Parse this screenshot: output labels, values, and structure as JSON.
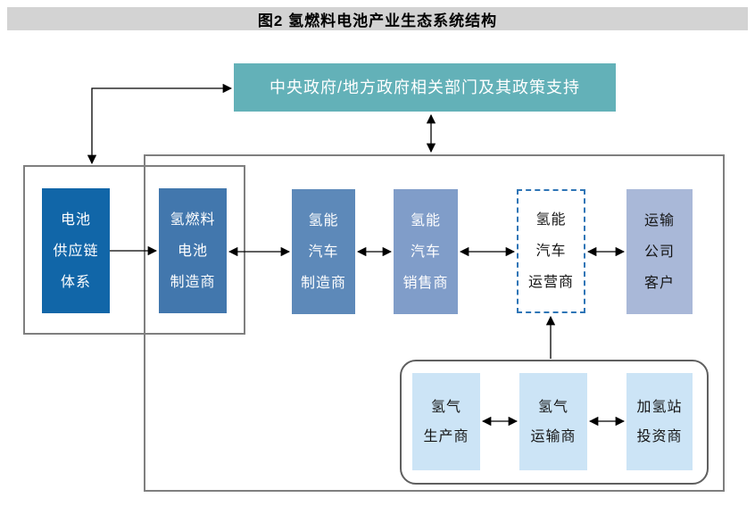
{
  "title": "图2 氢燃料电池产业生态系统结构",
  "government": {
    "label": "中央政府/地方政府相关部门及其政策支持"
  },
  "nodes": {
    "battery_supply_chain": {
      "lines": [
        "电池",
        "供应链",
        "体系"
      ]
    },
    "fuel_cell_manufacturer": {
      "lines": [
        "氢燃料",
        "电池",
        "制造商"
      ]
    },
    "hydrogen_vehicle_manufacturer": {
      "lines": [
        "氢能",
        "汽车",
        "制造商"
      ]
    },
    "hydrogen_vehicle_seller": {
      "lines": [
        "氢能",
        "汽车",
        "销售商"
      ]
    },
    "hydrogen_vehicle_operator": {
      "lines": [
        "氢能",
        "汽车",
        "运营商"
      ]
    },
    "transport_company_customer": {
      "lines": [
        "运输",
        "公司",
        "客户"
      ]
    },
    "hydrogen_producer": {
      "lines": [
        "氢气",
        "生产商"
      ]
    },
    "hydrogen_transporter": {
      "lines": [
        "氢气",
        "运输商"
      ]
    },
    "refueling_station_investor": {
      "lines": [
        "加氢站",
        "投资商"
      ]
    }
  },
  "colors": {
    "title_bar_bg": "#d3d3d3",
    "government_bg": "#63b1b8",
    "battery_supply_chain_bg": "#1166a8",
    "fuel_cell_manufacturer_bg": "#4277ad",
    "hydrogen_vehicle_manufacturer_bg": "#5d89b9",
    "hydrogen_vehicle_seller_bg": "#809dc9",
    "hydrogen_vehicle_operator_border": "#2e75b6",
    "transport_company_customer_bg": "#a9b8d8",
    "hydrogen_chain_bg": "#cce4f6",
    "boundary_border": "#7f7f7f",
    "group_border": "#5f5f5f",
    "arrow": "#000000"
  },
  "connections": [
    {
      "from": "government",
      "to": "supply_boundary",
      "type": "elbow",
      "heads": "both"
    },
    {
      "from": "government",
      "to": "industry_boundary",
      "type": "straight",
      "heads": "both"
    },
    {
      "from": "battery_supply_chain",
      "to": "fuel_cell_manufacturer",
      "type": "straight",
      "heads": "end"
    },
    {
      "from": "fuel_cell_manufacturer",
      "to": "hydrogen_vehicle_manufacturer",
      "type": "straight",
      "heads": "both"
    },
    {
      "from": "hydrogen_vehicle_manufacturer",
      "to": "hydrogen_vehicle_seller",
      "type": "straight",
      "heads": "both"
    },
    {
      "from": "hydrogen_vehicle_seller",
      "to": "hydrogen_vehicle_operator",
      "type": "straight",
      "heads": "both"
    },
    {
      "from": "hydrogen_vehicle_operator",
      "to": "transport_company_customer",
      "type": "straight",
      "heads": "both"
    },
    {
      "from": "hydrogen_infra_group",
      "to": "hydrogen_vehicle_operator",
      "type": "straight",
      "heads": "end"
    },
    {
      "from": "hydrogen_producer",
      "to": "hydrogen_transporter",
      "type": "straight",
      "heads": "both"
    },
    {
      "from": "hydrogen_transporter",
      "to": "refueling_station_investor",
      "type": "straight",
      "heads": "both"
    }
  ]
}
